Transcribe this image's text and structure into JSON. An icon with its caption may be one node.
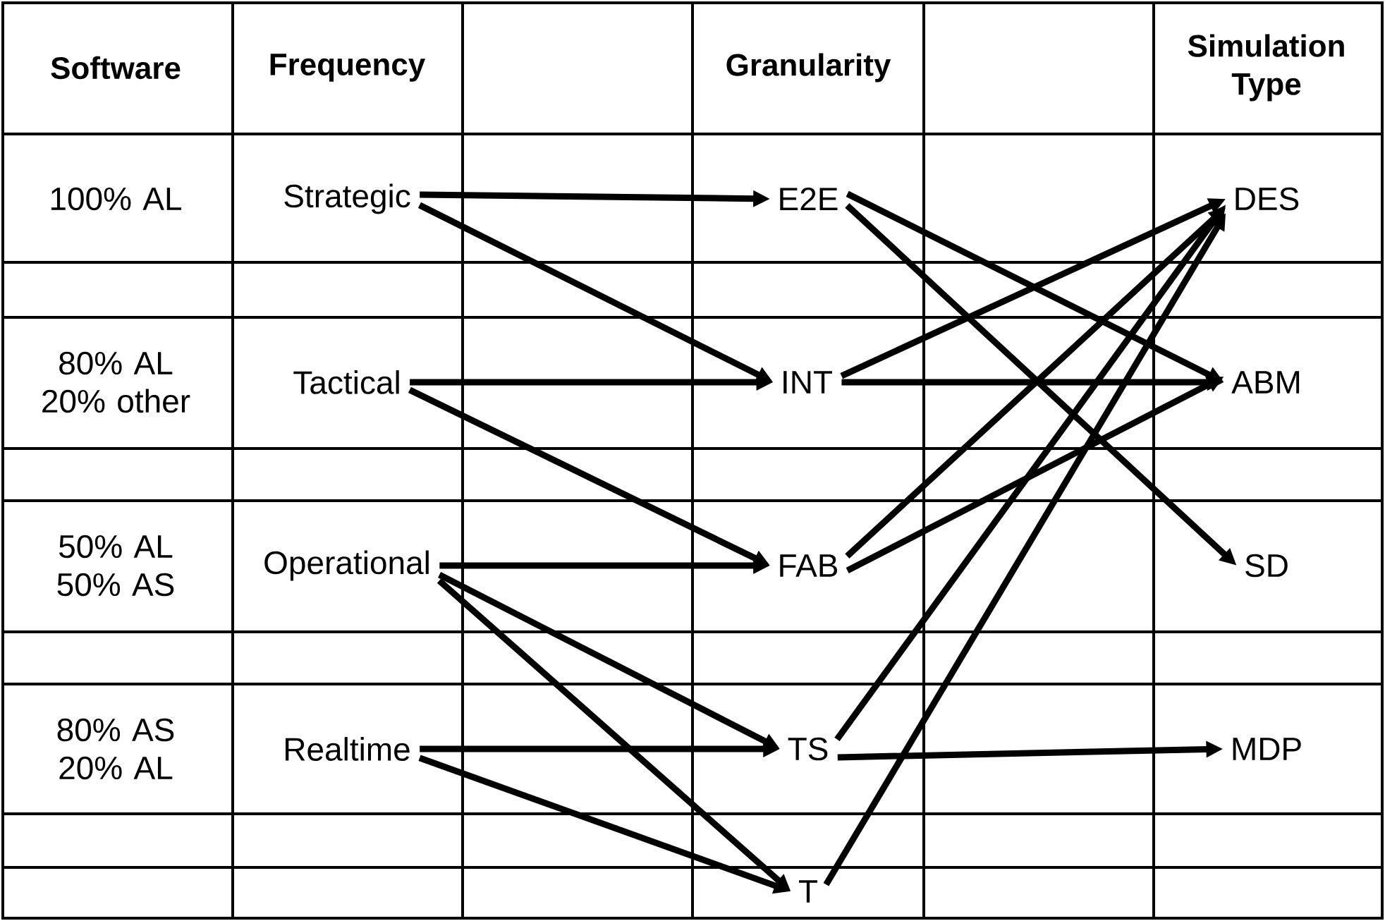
{
  "diagram": {
    "nodes": [
      {
        "text": [
          "Strategic"
        ]
      },
      {
        "text": [
          "Tactical"
        ]
      },
      {
        "text": [
          "Operational"
        ]
      },
      {
        "text": [
          "Realtime"
        ]
      },
      {
        "text": [
          "E2E"
        ]
      },
      {
        "text": [
          "INT"
        ]
      },
      {
        "text": [
          "FAB"
        ]
      },
      {
        "text": [
          "TS"
        ]
      },
      {
        "text": [
          "T"
        ]
      },
      {
        "text": [
          "DES"
        ]
      },
      {
        "text": [
          "ABM"
        ]
      },
      {
        "text": [
          "SD"
        ]
      },
      {
        "text": [
          "MDP"
        ]
      }
    ],
    "edges": [
      {
        "from": 0,
        "to": 4,
        "arrow": "to"
      },
      {
        "from": 0,
        "to": 5,
        "arrow": "to"
      },
      {
        "from": 1,
        "to": 5,
        "arrow": "to"
      },
      {
        "from": 1,
        "to": 6,
        "arrow": "to"
      },
      {
        "from": 2,
        "to": 6,
        "arrow": "to"
      },
      {
        "from": 2,
        "to": 7,
        "arrow": "to"
      },
      {
        "from": 2,
        "to": 8,
        "arrow": "to"
      },
      {
        "from": 3,
        "to": 7,
        "arrow": "to"
      },
      {
        "from": 3,
        "to": 8,
        "arrow": "to"
      },
      {
        "from": 4,
        "to": 10,
        "arrow": "to"
      },
      {
        "from": 4,
        "to": 11,
        "arrow": "to"
      },
      {
        "from": 5,
        "to": 9,
        "arrow": "to"
      },
      {
        "from": 5,
        "to": 10,
        "arrow": "to"
      },
      {
        "from": 6,
        "to": 9,
        "arrow": "to"
      },
      {
        "from": 6,
        "to": 10,
        "arrow": "to"
      },
      {
        "from": 7,
        "to": 9,
        "arrow": "to"
      },
      {
        "from": 7,
        "to": 12,
        "arrow": "to"
      },
      {
        "from": 8,
        "to": 9,
        "arrow": "to"
      }
    ],
    "labels": [
      "Software",
      "Frequency",
      "Granularity",
      "Simulation Type",
      "100% AL",
      "80% AL 20% other",
      "50% AL 50% AS",
      "80% AS 20% AL"
    ]
  }
}
